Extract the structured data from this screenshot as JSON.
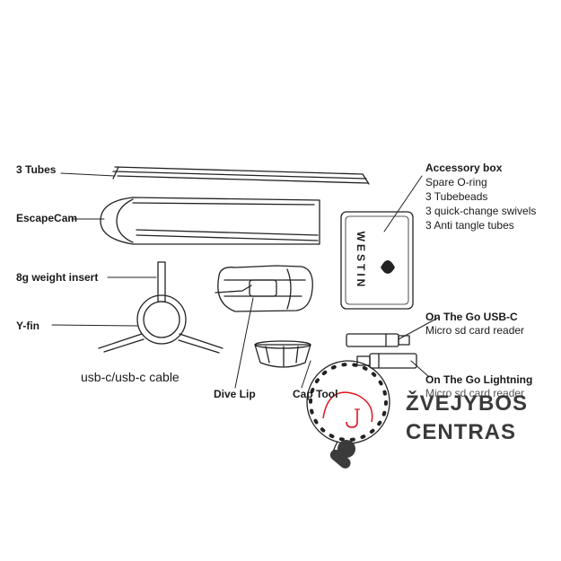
{
  "labels": {
    "tubes": "3 Tubes",
    "escapecam": "EscapeCam",
    "weight_insert": "8g weight insert",
    "yfin": "Y-fin",
    "cable": "usb-c/usb-c cable",
    "dive_lip": "Dive Lip",
    "cap_tool": "Cap Tool"
  },
  "accessory_box": {
    "title": "Accessory box",
    "items": [
      "Spare O-ring",
      "3 Tubebeads",
      "3 quick-change swivels",
      "3 Anti tangle tubes"
    ],
    "brand": "WESTIN"
  },
  "usb_c_reader": {
    "title": "On The Go USB-C",
    "subtitle": "Micro sd card reader"
  },
  "lightning_reader": {
    "title": "On The Go Lightning",
    "subtitle": "Micro sd card reader"
  },
  "watermark": {
    "line1": "ŽVEJYBOS",
    "line2": "CENTRAS",
    "logo_color": "#e0141e"
  }
}
